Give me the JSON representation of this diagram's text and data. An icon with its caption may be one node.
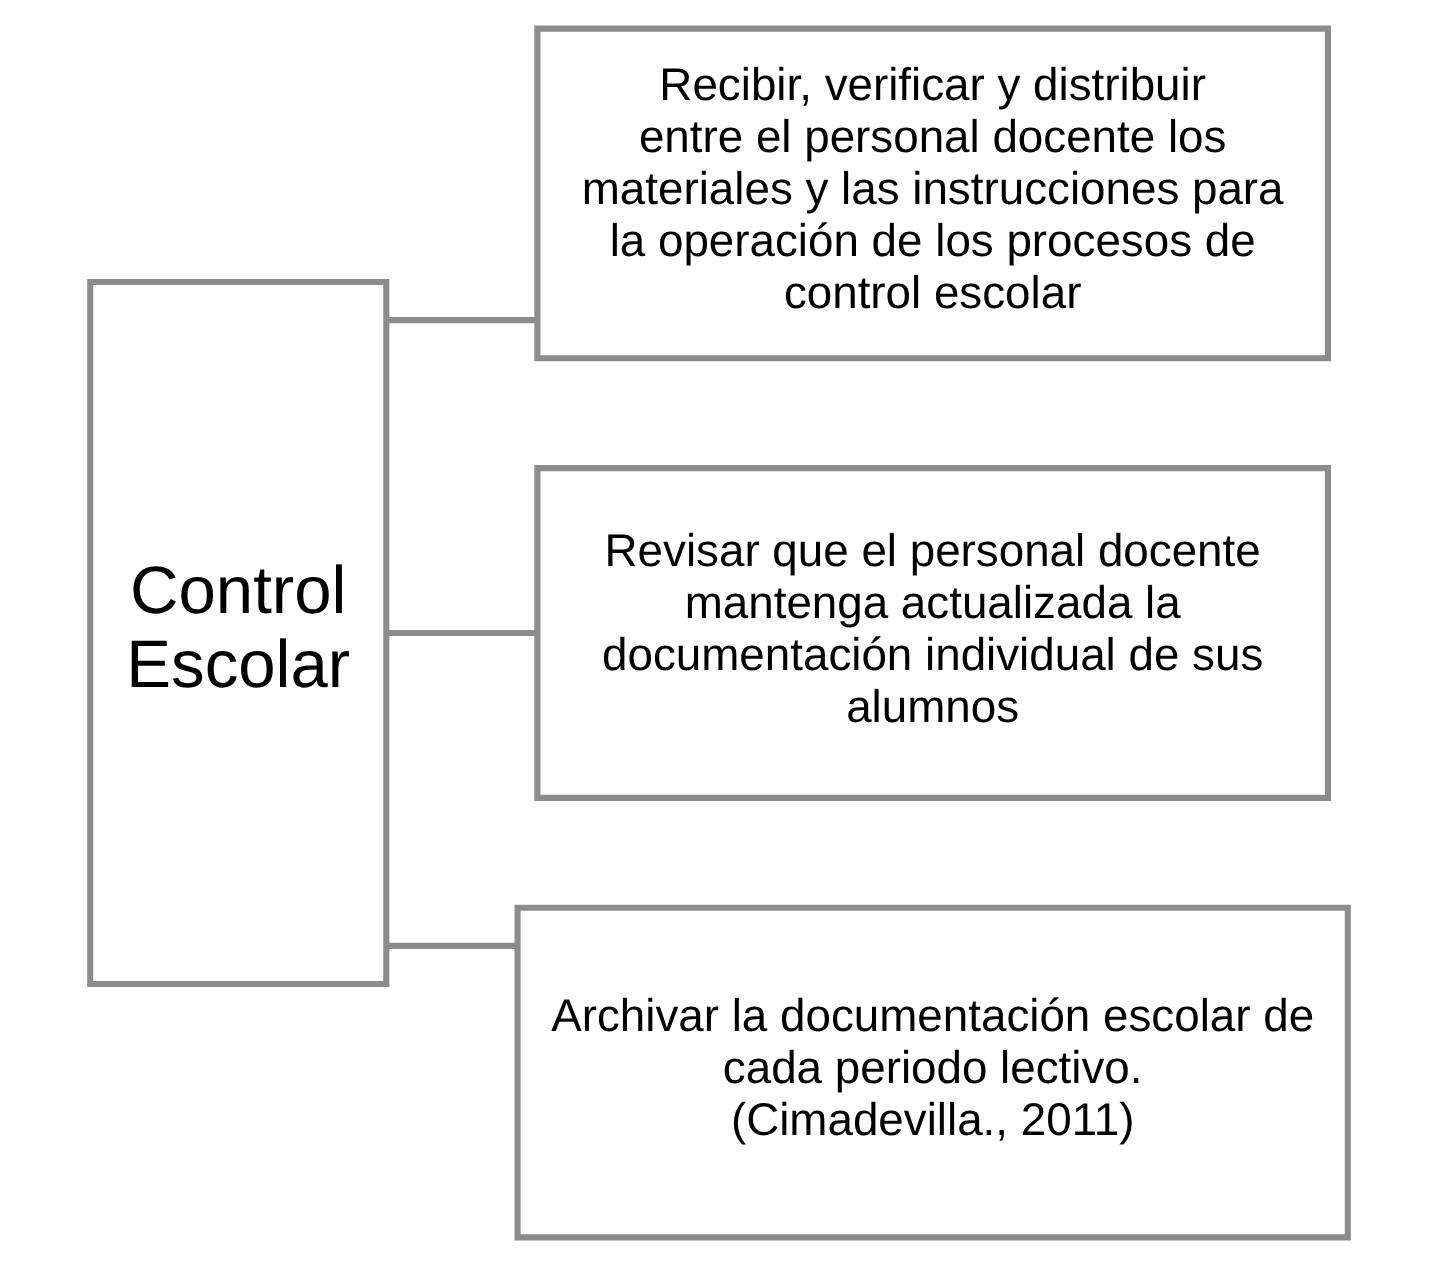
{
  "diagram": {
    "nodes": [
      {
        "text": [
          "Control Escolar"
        ]
      },
      {
        "text": [
          "Recibir, verificar y distribuir entre el personal docente los materiales y las instrucciones para la operación de los procesos de control escolar"
        ]
      },
      {
        "text": [
          "Revisar que el personal docente mantenga actualizada la documentación individual de sus alumnos"
        ]
      },
      {
        "text": [
          "Archivar la documentación escolar de cada periodo lectivo.",
          "(Cimadevilla., 2011)"
        ]
      }
    ],
    "edges": [
      {
        "from": 0,
        "to": 1,
        "arrow": "none"
      },
      {
        "from": 0,
        "to": 2,
        "arrow": "none"
      },
      {
        "from": 0,
        "to": 3,
        "arrow": "none"
      }
    ]
  }
}
